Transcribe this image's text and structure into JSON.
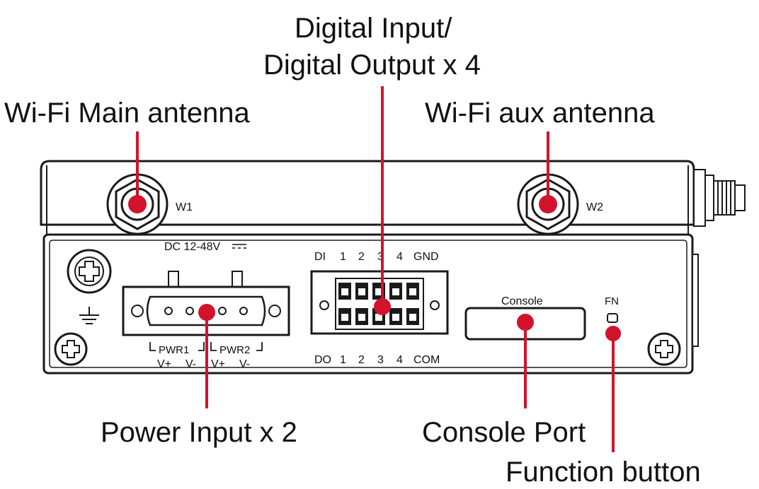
{
  "callouts": {
    "digital_io_line1": "Digital Input/",
    "digital_io_line2": "Digital Output x 4",
    "wifi_main": "Wi-Fi Main antenna",
    "wifi_aux": "Wi-Fi aux antenna",
    "power_input": "Power Input x 2",
    "console_port": "Console Port",
    "function_button": "Function button"
  },
  "panel": {
    "w1": "W1",
    "w2": "W2",
    "dc_rating": "DC 12-48V",
    "di_row": [
      "DI",
      "1",
      "2",
      "3",
      "4",
      "GND"
    ],
    "do_row": [
      "DO",
      "1",
      "2",
      "3",
      "4",
      "COM"
    ],
    "pwr1": "PWR1",
    "pwr2": "PWR2",
    "pwr_pins": [
      "V+",
      "V-",
      "V+",
      "V-"
    ],
    "console": "Console",
    "fn": "FN"
  },
  "colors": {
    "marker": "#d3122c",
    "outline": "#1a1a1a"
  }
}
